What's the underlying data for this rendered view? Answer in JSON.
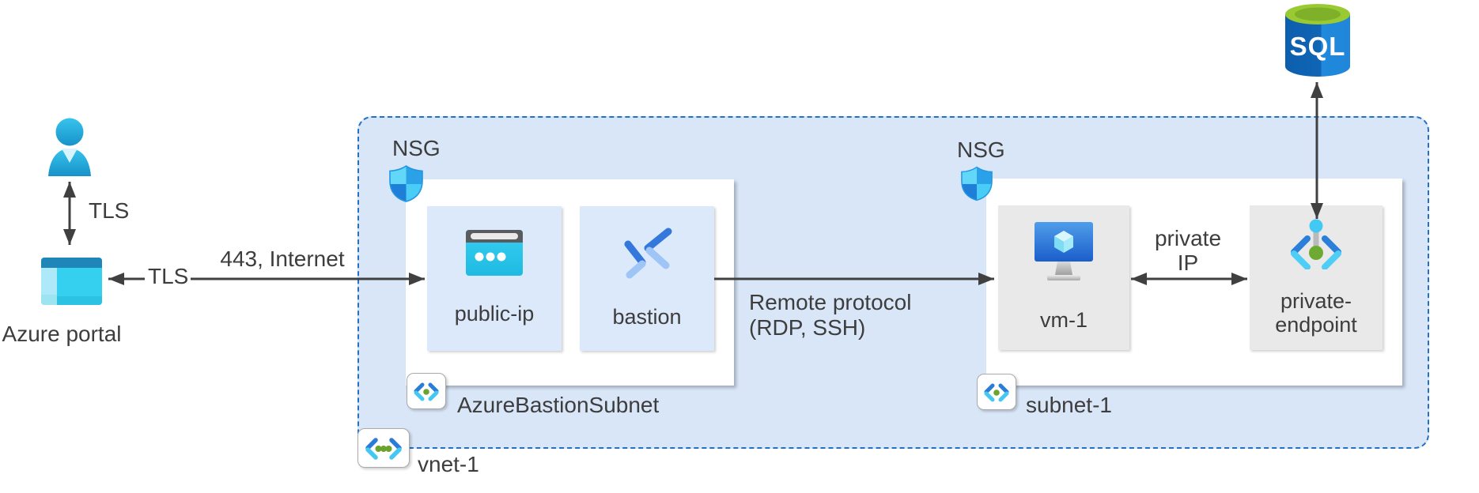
{
  "nodes": {
    "azure_portal": {
      "label": "Azure portal"
    },
    "sql_database": {
      "label": "SQL"
    },
    "public_ip": {
      "label": "public-ip"
    },
    "bastion": {
      "label": "bastion"
    },
    "vm1": {
      "label": "vm-1"
    },
    "private_endpoint": {
      "label": "private-endpoint"
    }
  },
  "groups": {
    "vnet": {
      "label": "vnet-1"
    },
    "bastion_subnet": {
      "label": "AzureBastionSubnet",
      "nsg_label": "NSG"
    },
    "subnet1": {
      "label": "subnet-1",
      "nsg_label": "NSG"
    }
  },
  "edges": {
    "user_to_portal": {
      "label": "TLS"
    },
    "portal_to_publicip": {
      "tls_label": "TLS",
      "port_label": "443, Internet"
    },
    "bastion_to_vm": {
      "line1": "Remote protocol",
      "line2": "(RDP, SSH)"
    },
    "vm_to_endpoint": {
      "line1": "private",
      "line2": "IP"
    }
  },
  "colors": {
    "vnet_fill": "#d8e6f8",
    "vnet_border": "#2270c8",
    "subnet_card_fill": "#dce9fa",
    "resource_card_fill": "#e9e9e9",
    "arrow": "#404040",
    "text": "#3d3d3d"
  }
}
